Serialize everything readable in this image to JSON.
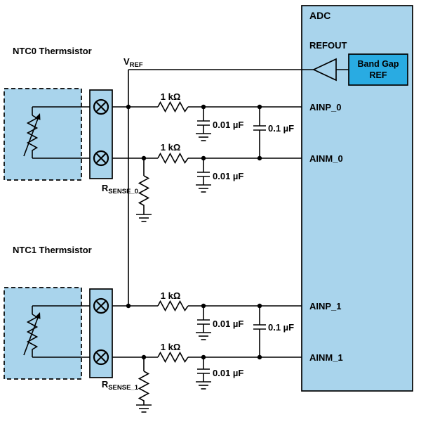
{
  "diagram": {
    "adc": {
      "title": "ADC",
      "refout_label": "REFOUT",
      "bandgap_line1": "Band Gap",
      "bandgap_line2": "REF",
      "pins": {
        "ainp0": "AINP_0",
        "ainm0": "AINM_0",
        "ainp1": "AINP_1",
        "ainm1": "AINM_1"
      }
    },
    "vref": {
      "main": "V",
      "sub": "REF"
    },
    "rsense0": {
      "main": "R",
      "sub": "SENSE_0"
    },
    "rsense1": {
      "main": "R",
      "sub": "SENSE_1"
    },
    "labels": {
      "ntc0": "NTC0 Thermsistor",
      "ntc1": "NTC1 Thermsistor",
      "r1k": "1 kΩ",
      "c001": "0.01 µF",
      "c01": "0.1 µF"
    },
    "colors": {
      "block_fill": "#a9d4ec",
      "bandgap_fill": "#29abe2",
      "wire": "#000000",
      "background": "#ffffff"
    }
  }
}
